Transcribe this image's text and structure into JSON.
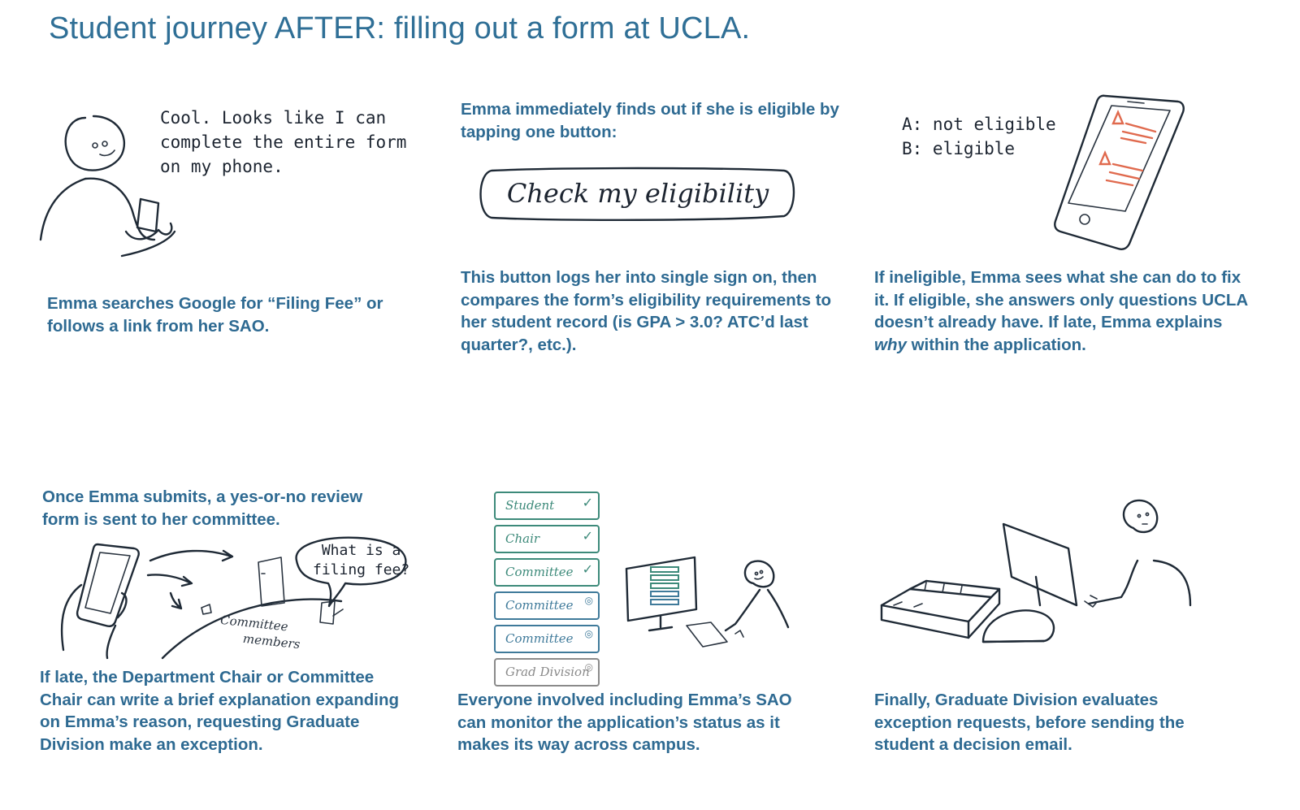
{
  "title": "Student journey AFTER: filling out a form at UCLA.",
  "panel1": {
    "speech": [
      "Cool. Looks like I can",
      "complete the entire form",
      "on my phone."
    ],
    "caption": "Emma searches Google for “Filing Fee” or follows a link from her SAO."
  },
  "panel2": {
    "intro": "Emma immediately finds out if she is eligible by tapping one button:",
    "button_label": "Check my eligibility",
    "caption": "This button logs her into single sign on, then compares the form’s eligibility requirements to her student record (is GPA > 3.0? ATC’d last quarter?, etc.)."
  },
  "panel3": {
    "outcomes": [
      "A: not eligible",
      "B: eligible"
    ],
    "caption_part1": "If ineligible, Emma sees what she can do to fix it. If eligible, she answers only questions UCLA doesn’t already have. If late, Emma explains ",
    "caption_emph": "why",
    "caption_part2": " within the application."
  },
  "panel4": {
    "intro": "Once Emma submits, a yes-or-no review form is sent to her committee.",
    "speech": [
      "What is a",
      "filing fee?"
    ],
    "sketch_label": [
      "Committee",
      "members"
    ],
    "caption": "If late, the Department Chair or Committee Chair can write a brief explanation expanding on Emma’s reason, requesting Graduate Division make an exception."
  },
  "panel5": {
    "stack": [
      {
        "label": "Student",
        "status": "done"
      },
      {
        "label": "Chair",
        "status": "done"
      },
      {
        "label": "Committee",
        "status": "done"
      },
      {
        "label": "Committee",
        "status": "pending"
      },
      {
        "label": "Committee",
        "status": "pending"
      },
      {
        "label": "Grad Division",
        "status": "pending"
      }
    ],
    "caption": "Everyone involved including Emma’s SAO can monitor the application’s status as it makes its way across campus."
  },
  "panel6": {
    "caption": "Finally, Graduate Division evaluates exception requests, before sending the student a decision email."
  },
  "colors": {
    "text_blue": "#2e6a92",
    "alert_red": "#e06a4e",
    "done_teal": "#3d8a7a",
    "pending_blue": "#3f7a9a",
    "grad_grey": "#8a8a8a"
  }
}
